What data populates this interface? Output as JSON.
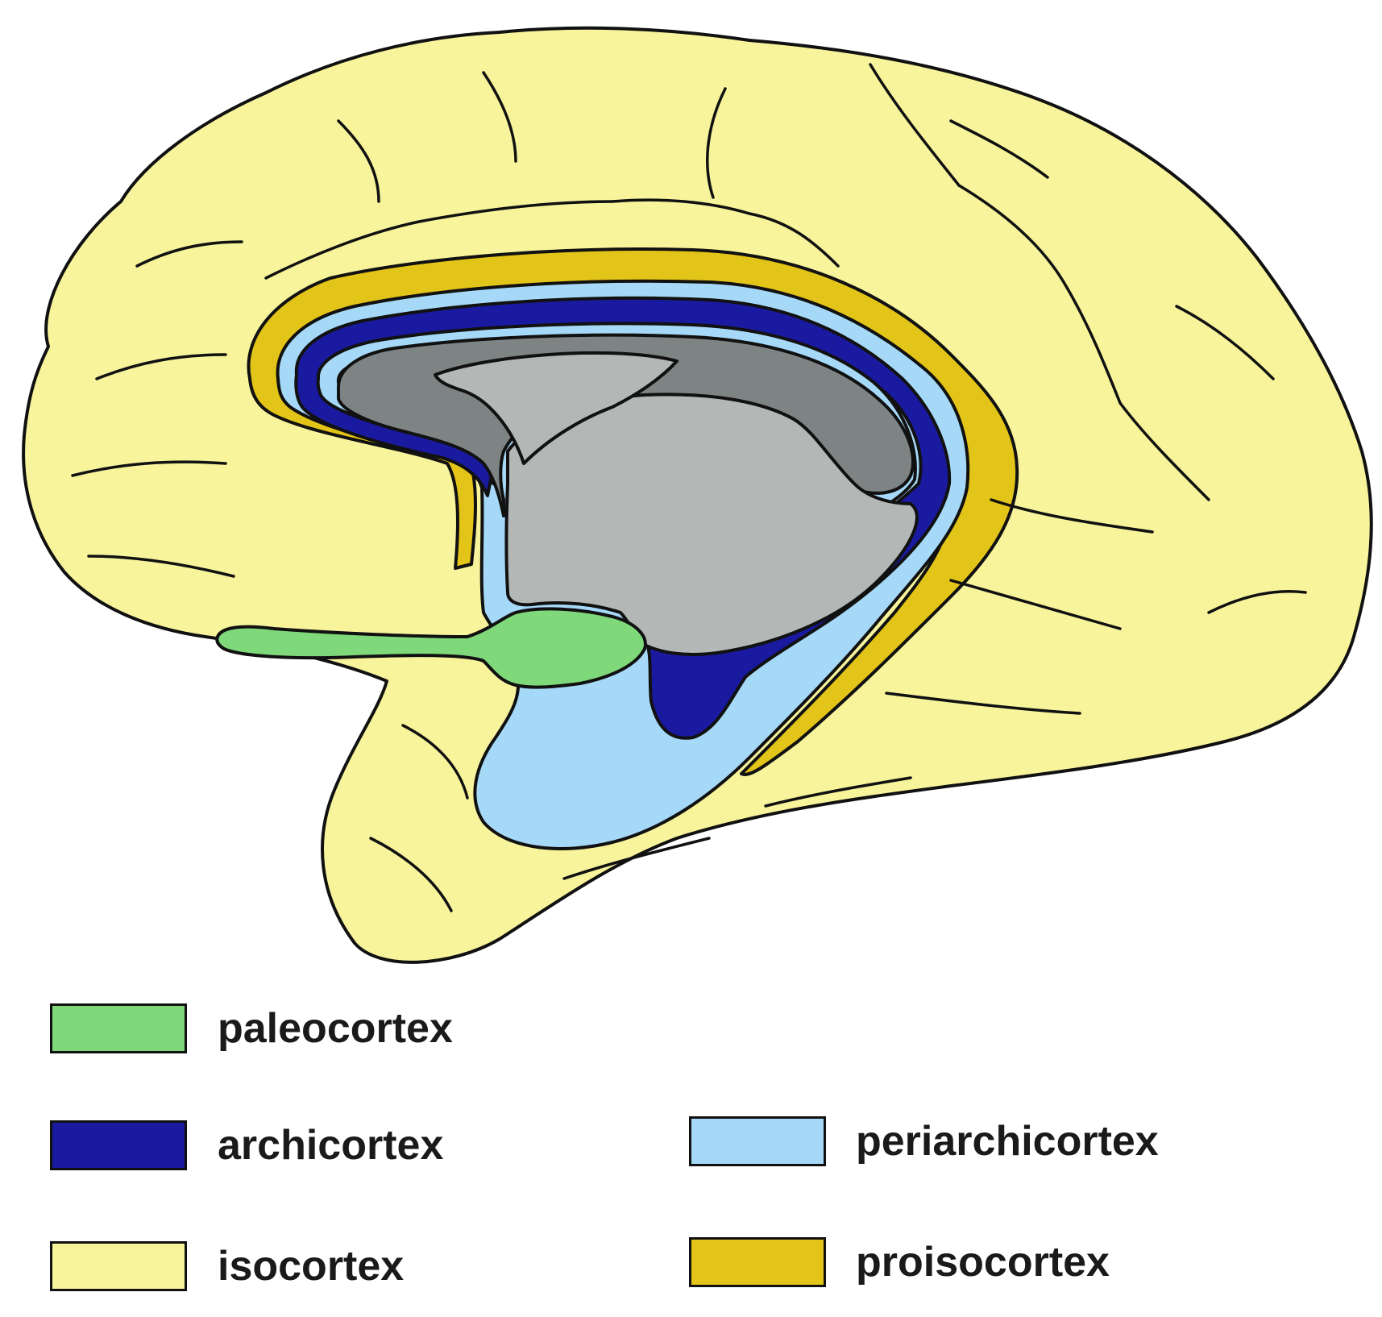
{
  "colors": {
    "paleocortex": "#7fd97a",
    "archicortex": "#1a1aa0",
    "isocortex": "#f8f49c",
    "periarchicortex": "#a6d9f7",
    "proisocortex": "#e3c418",
    "white_matter": "#7e8384",
    "brainstem": "#b3b8b7",
    "outline": "#111111"
  },
  "legend": [
    {
      "key": "paleocortex",
      "label": "paleocortex",
      "color": "#7fd97a"
    },
    {
      "key": "archicortex",
      "label": "archicortex",
      "color": "#1a1aa0"
    },
    {
      "key": "isocortex",
      "label": "isocortex",
      "color": "#f8f49c"
    },
    {
      "key": "periarchicortex",
      "label": "periarchicortex",
      "color": "#a6d9f7"
    },
    {
      "key": "proisocortex",
      "label": "proisocortex",
      "color": "#e3c418"
    }
  ]
}
